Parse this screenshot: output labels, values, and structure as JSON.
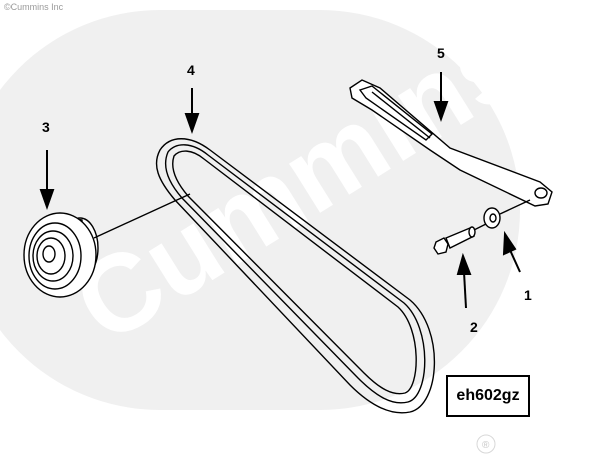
{
  "copyright": "©Cummins Inc",
  "watermark": {
    "text": "Cummins",
    "color": "#f0f0f0"
  },
  "callouts": [
    {
      "id": "1",
      "label": "1",
      "part": "washer"
    },
    {
      "id": "2",
      "label": "2",
      "part": "capscrew"
    },
    {
      "id": "3",
      "label": "3",
      "part": "pulley"
    },
    {
      "id": "4",
      "label": "4",
      "part": "belt"
    },
    {
      "id": "5",
      "label": "5",
      "part": "bracket"
    }
  ],
  "drawing_code": "eh602gz",
  "registered_mark": "®"
}
